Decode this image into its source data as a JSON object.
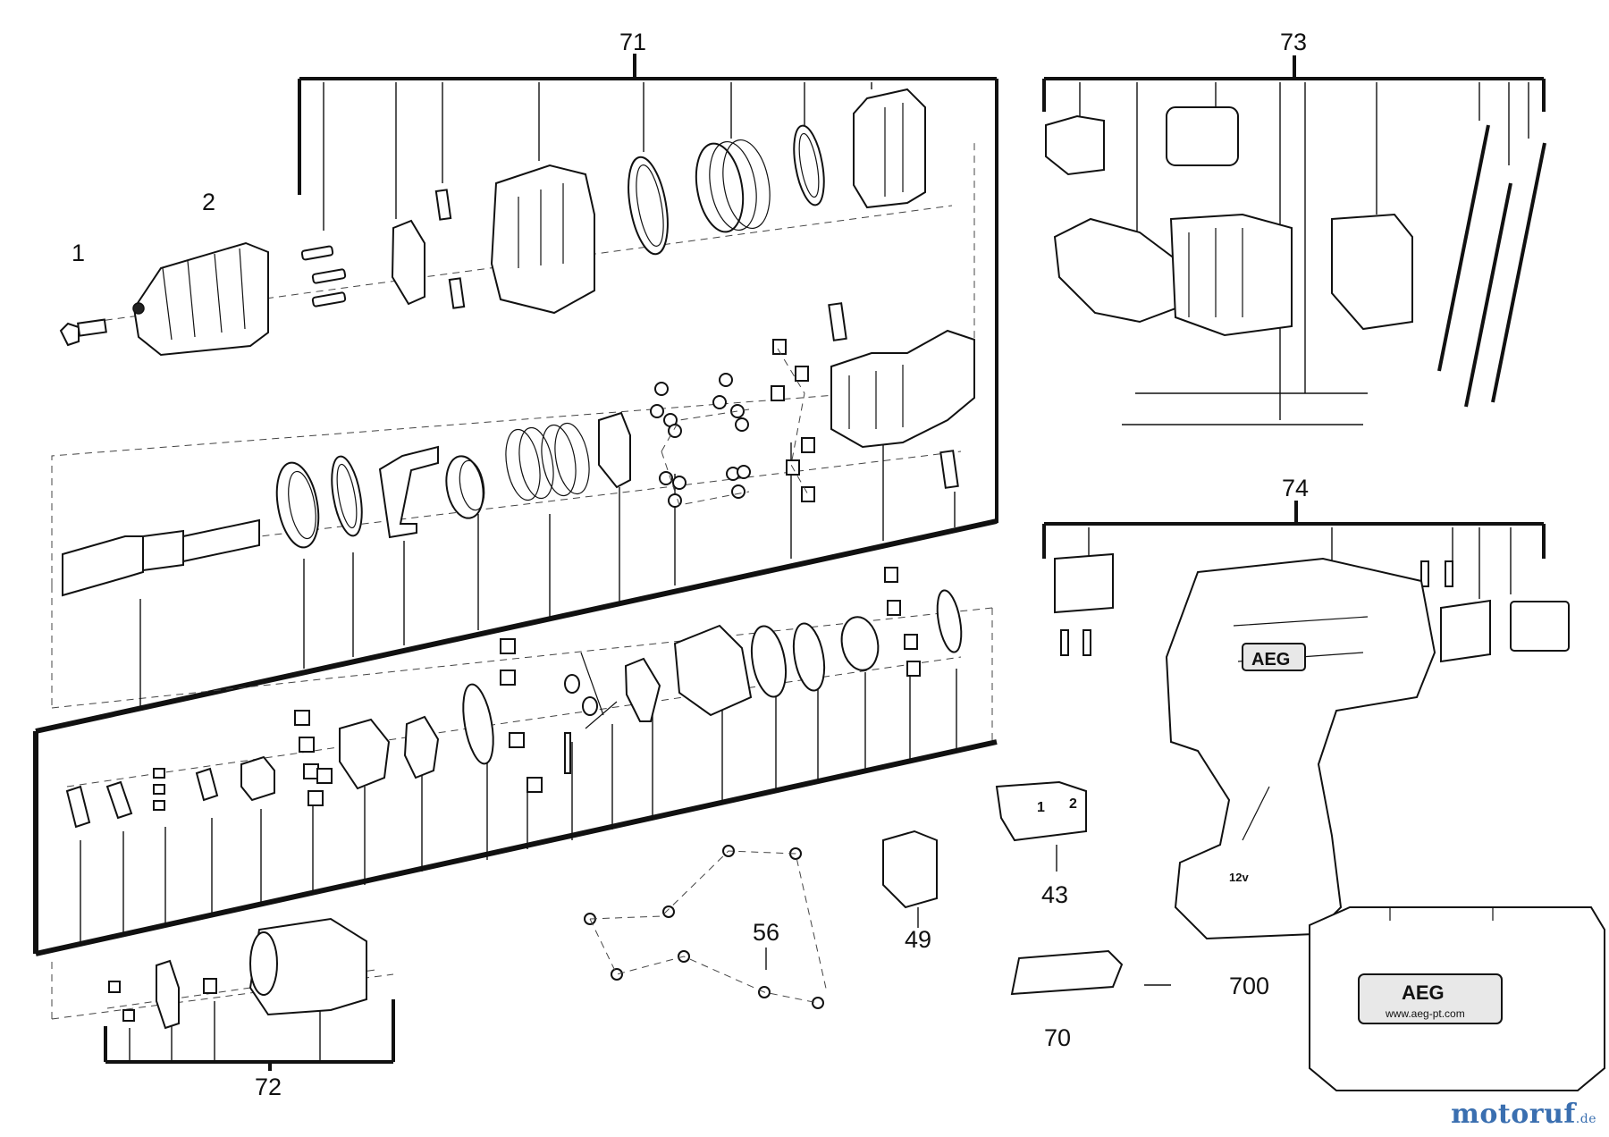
{
  "labels": {
    "p1": "1",
    "p2": "2",
    "p43": "43",
    "p49": "49",
    "p56": "56",
    "p70": "70",
    "p71": "71",
    "p72": "72",
    "p73": "73",
    "p74": "74",
    "p700": "700"
  },
  "markings": {
    "tool_logo": "AEG",
    "tool_voltage": "12v",
    "case_logo": "AEG",
    "case_url": "www.aeg-pt.com",
    "selector_1": "1",
    "selector_2": "2"
  },
  "watermark": {
    "brand": "motoruf",
    "tld": ".de"
  }
}
